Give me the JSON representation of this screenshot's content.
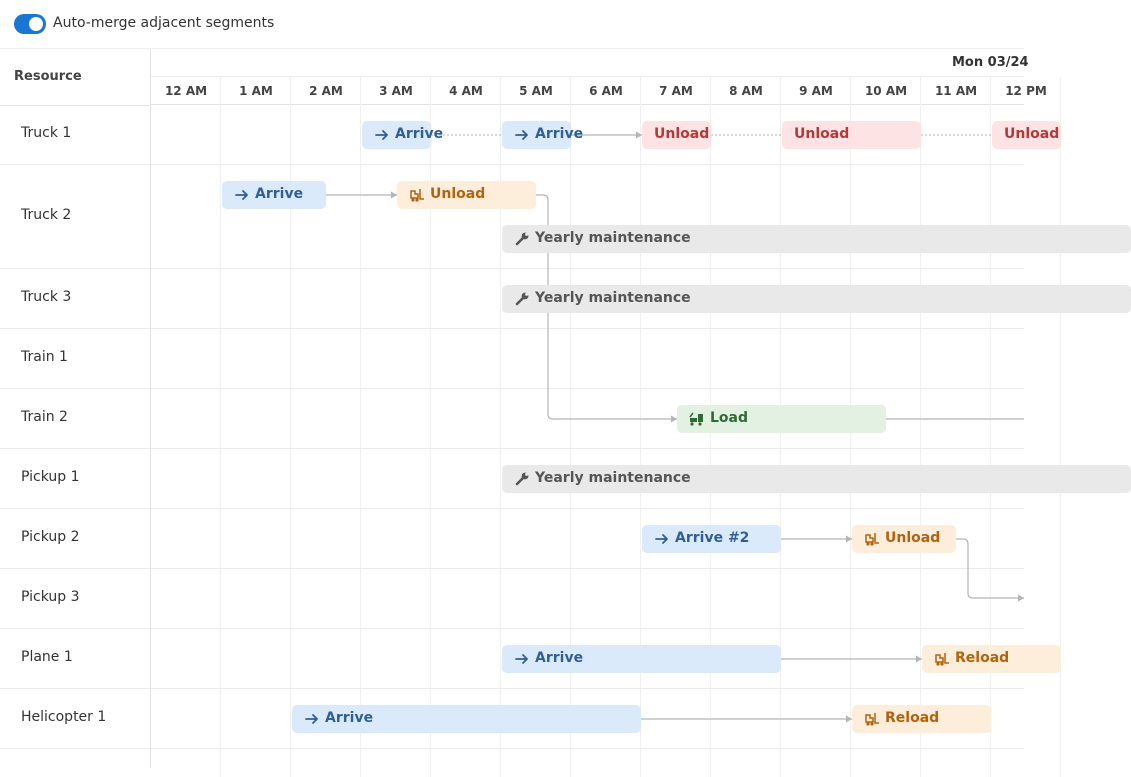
{
  "toolbar": {
    "toggle_label": "Auto-merge adjacent segments",
    "toggle_on": true
  },
  "grid": {
    "resource_header": "Resource",
    "date_label": "Mon 03/24",
    "hours": [
      "12 AM",
      "1 AM",
      "2 AM",
      "3 AM",
      "4 AM",
      "5 AM",
      "6 AM",
      "7 AM",
      "8 AM",
      "9 AM",
      "10 AM",
      "11 AM",
      "12 PM"
    ]
  },
  "resources": [
    {
      "name": "Truck 1"
    },
    {
      "name": "Truck 2"
    },
    {
      "name": "Truck 3"
    },
    {
      "name": "Train 1"
    },
    {
      "name": "Train 2"
    },
    {
      "name": "Pickup 1"
    },
    {
      "name": "Pickup 2"
    },
    {
      "name": "Pickup 3"
    },
    {
      "name": "Plane 1"
    },
    {
      "name": "Helicopter 1"
    }
  ],
  "events": [
    {
      "resource": 0,
      "start": 3,
      "end": 4,
      "label": "Arrive",
      "kind": "arrive",
      "icon": "arrow-right-icon"
    },
    {
      "resource": 0,
      "start": 5,
      "end": 6,
      "label": "Arrive",
      "kind": "arrive",
      "icon": "arrow-right-icon"
    },
    {
      "resource": 0,
      "start": 7,
      "end": 8,
      "label": "Unload",
      "kind": "unload",
      "icon": ""
    },
    {
      "resource": 0,
      "start": 9,
      "end": 11,
      "label": "Unload",
      "kind": "unload",
      "icon": ""
    },
    {
      "resource": 0,
      "start": 12,
      "end": 13,
      "label": "Unload",
      "kind": "unload",
      "icon": ""
    },
    {
      "resource": 1,
      "start": 1,
      "end": 2.5,
      "label": "Arrive",
      "kind": "arrive",
      "icon": "arrow-right-icon"
    },
    {
      "resource": 1,
      "start": 3.5,
      "end": 5.5,
      "label": "Unload",
      "kind": "unload2",
      "icon": "forklift-icon"
    },
    {
      "resource": 1,
      "start": 5,
      "end": 14,
      "label": "Yearly maintenance",
      "kind": "maint",
      "icon": "wrench-icon",
      "sub": 1
    },
    {
      "resource": 2,
      "start": 5,
      "end": 14,
      "label": "Yearly maintenance",
      "kind": "maint",
      "icon": "wrench-icon"
    },
    {
      "resource": 4,
      "start": 7.5,
      "end": 10.5,
      "label": "Load",
      "kind": "load",
      "icon": "loader-icon"
    },
    {
      "resource": 5,
      "start": 5,
      "end": 14,
      "label": "Yearly maintenance",
      "kind": "maint",
      "icon": "wrench-icon"
    },
    {
      "resource": 6,
      "start": 7,
      "end": 9,
      "label": "Arrive #2",
      "kind": "arrive",
      "icon": "arrow-right-icon"
    },
    {
      "resource": 6,
      "start": 10,
      "end": 11.5,
      "label": "Unload",
      "kind": "unload2",
      "icon": "forklift-icon"
    },
    {
      "resource": 8,
      "start": 5,
      "end": 9,
      "label": "Arrive",
      "kind": "arrive",
      "icon": "arrow-right-icon"
    },
    {
      "resource": 8,
      "start": 11,
      "end": 13,
      "label": "Reload",
      "kind": "unload2",
      "icon": "forklift-icon"
    },
    {
      "resource": 9,
      "start": 2,
      "end": 7,
      "label": "Arrive",
      "kind": "arrive",
      "icon": "arrow-right-icon"
    },
    {
      "resource": 9,
      "start": 10,
      "end": 12,
      "label": "Reload",
      "kind": "unload2",
      "icon": "forklift-icon"
    }
  ],
  "colors": {
    "accent": "#1976d2",
    "arrive_bg": "#dbeafa",
    "arrive_fg": "#2f5f95",
    "unload_bg": "#fde3e3",
    "unload_fg": "#b23a3a",
    "unload2_bg": "#fdeedb",
    "unload2_fg": "#b3620e",
    "maint_bg": "#e9e9e9",
    "maint_fg": "#555555",
    "load_bg": "#e2f1e1",
    "load_fg": "#2f6b33",
    "link": "#b5b5b5"
  }
}
